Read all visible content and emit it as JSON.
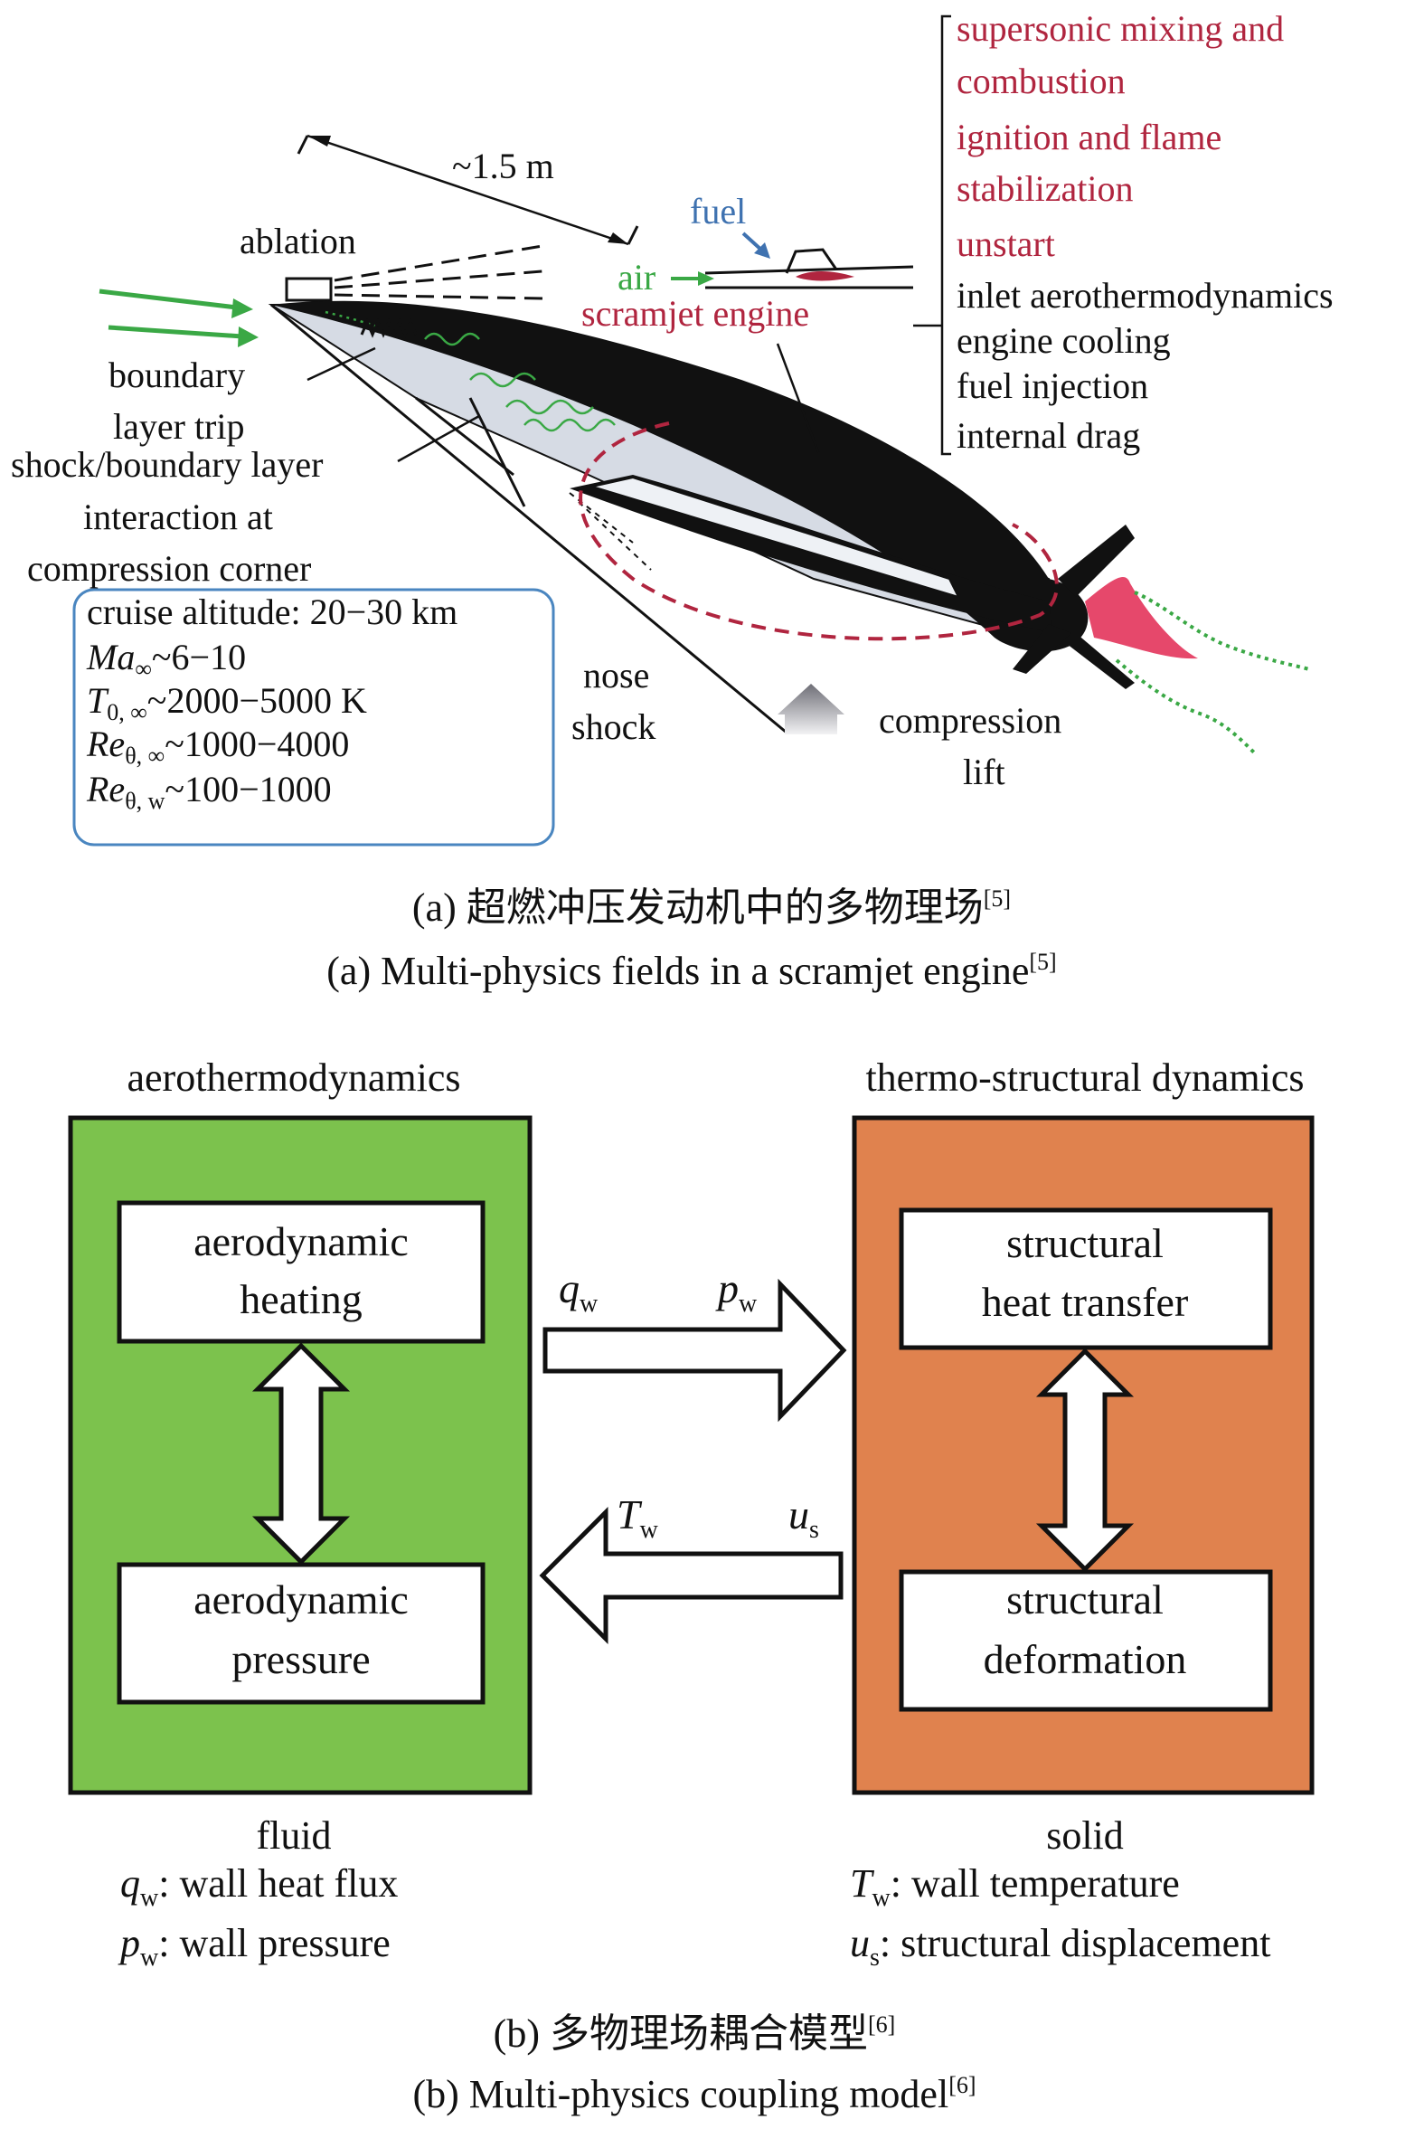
{
  "colors": {
    "label_red": "#b0253f",
    "label_blue": "#3f72b0",
    "label_green": "#3aa845",
    "fluid_box": "#7cc24d",
    "solid_box": "#e0824e",
    "param_box_border": "#4a86c0",
    "vehicle_dark": "#111111",
    "vehicle_light": "#d6dbe4"
  },
  "panel_a": {
    "length": "~1.5 m",
    "ablation": "ablation",
    "fuel": "fuel",
    "air": "air",
    "scramjet_engine": "scramjet engine",
    "boundary_trip": [
      "boundary",
      "layer trip"
    ],
    "sbli": [
      "shock/boundary layer",
      "interaction at",
      "compression corner"
    ],
    "nose_shock": [
      "nose",
      "shock"
    ],
    "compression_lift": [
      "compression",
      "lift"
    ],
    "engine_issues_red": [
      "supersonic mixing and",
      "combustion",
      "ignition and flame",
      "stabilization",
      "unstart"
    ],
    "engine_issues_black": [
      "inlet aerothermodynamics",
      "engine cooling",
      "fuel injection",
      "internal drag"
    ],
    "params": {
      "altitude": "cruise altitude: 20−30 km",
      "mach": {
        "sym": "Ma",
        "sub": "∞",
        "val": "~6−10"
      },
      "temp": {
        "sym": "T",
        "sub": "0, ∞",
        "val": "~2000−5000 K"
      },
      "re_inf": {
        "sym": "Re",
        "sub": "θ, ∞",
        "val": "~1000−4000"
      },
      "re_w": {
        "sym": "Re",
        "sub": "θ, w",
        "val": "~100−1000"
      }
    },
    "caption_cn": "(a) 超燃冲压发动机中的多物理场",
    "caption_en": "(a) Multi-physics fields in a scramjet engine",
    "ref": "[5]"
  },
  "panel_b": {
    "left_title": "aerothermodynamics",
    "right_title": "thermo-structural dynamics",
    "box_heating": [
      "aerodynamic",
      "heating"
    ],
    "box_pressure": [
      "aerodynamic",
      "pressure"
    ],
    "box_heat_transfer": [
      "structural",
      "heat transfer"
    ],
    "box_deformation": [
      "structural",
      "deformation"
    ],
    "qw": {
      "sym": "q",
      "sub": "w"
    },
    "pw": {
      "sym": "p",
      "sub": "w"
    },
    "tw": {
      "sym": "T",
      "sub": "w"
    },
    "us": {
      "sym": "u",
      "sub": "s"
    },
    "fluid": "fluid",
    "solid": "solid",
    "legend_qw": ": wall heat flux",
    "legend_pw": ": wall pressure",
    "legend_tw": ": wall temperature",
    "legend_us": ": structural displacement",
    "caption_cn": "(b) 多物理场耦合模型",
    "caption_en": "(b) Multi-physics coupling model",
    "ref": "[6]"
  }
}
